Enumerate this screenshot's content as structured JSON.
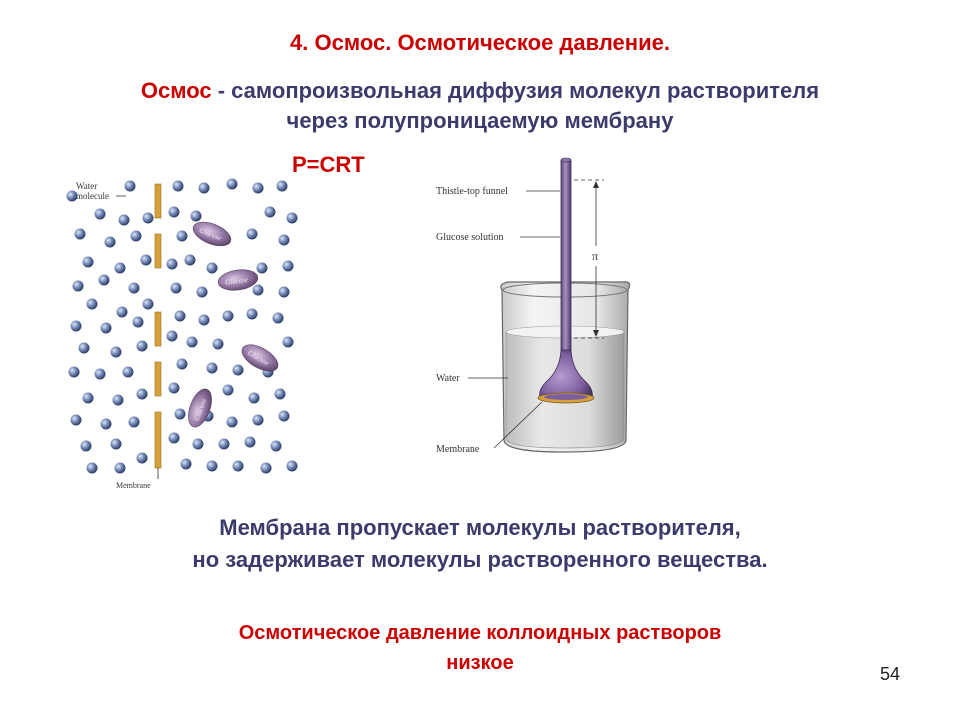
{
  "title": "4. Осмос. Осмотическое давление.",
  "definition": {
    "term": "Осмос",
    "text_line1": " - самопроизвольная диффузия молекул растворителя",
    "text_line2": "через  полупроницаемую мембрану"
  },
  "formula": "P=CRT",
  "left_diagram": {
    "label_water_line1": "Water",
    "label_water_line2": "molecule",
    "label_membrane": "Membrane",
    "glucose_label": "Glucose"
  },
  "right_diagram": {
    "label_funnel": "Thistle-top funnel",
    "label_glucose_solution": "Glucose solution",
    "label_water": "Water",
    "label_membrane": "Membrane",
    "label_pi": "π"
  },
  "membrane_note": {
    "line1": "Мембрана пропускает молекулы растворителя,",
    "line2": "но задерживает молекулы растворенного вещества."
  },
  "colloid_note": {
    "line1": "Осмотическое давление коллоидных растворов",
    "line2": "низкое"
  },
  "slide_number": "54",
  "colors": {
    "accent_red": "#cc0000",
    "text_navy": "#3b3b6b",
    "molecule_blue": "#6f85b5",
    "glucose_purple": "#8d6f9c",
    "membrane_gold": "#d6a13a"
  }
}
